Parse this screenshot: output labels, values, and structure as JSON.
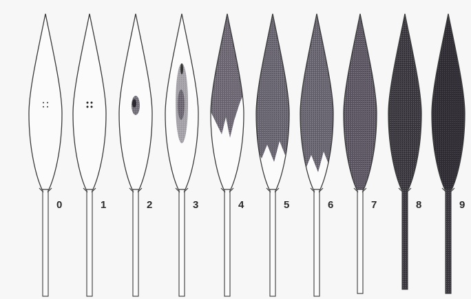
{
  "figure": {
    "background_color": "#f7f7f7",
    "stroke_color": "#3a3a3a",
    "fill_color": "#5a5560",
    "leaves": [
      {
        "label": "0",
        "severity": 0.0,
        "pattern": "dots"
      },
      {
        "label": "1",
        "severity": 0.0,
        "pattern": "dots-dark"
      },
      {
        "label": "2",
        "severity": 0.03,
        "pattern": "center-spot"
      },
      {
        "label": "3",
        "severity": 0.1,
        "pattern": "center-streak"
      },
      {
        "label": "4",
        "severity": 0.3,
        "pattern": "upper-half"
      },
      {
        "label": "5",
        "severity": 0.55,
        "pattern": "most-shaded"
      },
      {
        "label": "6",
        "severity": 0.7,
        "pattern": "most-shaded"
      },
      {
        "label": "7",
        "severity": 0.9,
        "pattern": "full"
      },
      {
        "label": "8",
        "severity": 0.97,
        "pattern": "full-dark"
      },
      {
        "label": "9",
        "severity": 1.0,
        "pattern": "full-darkest"
      }
    ]
  }
}
